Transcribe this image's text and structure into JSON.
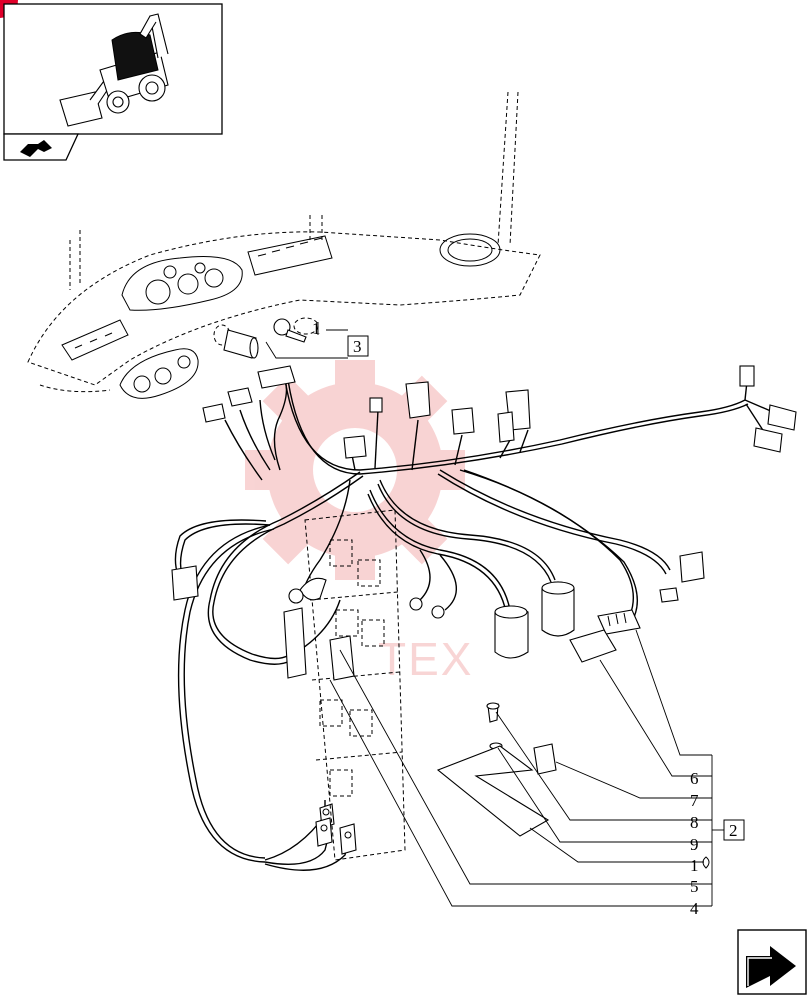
{
  "watermark": {
    "text": "TEX",
    "color": "#e23b3b"
  },
  "thumbnail": {
    "icon": "backhoe-loader-thumbnail-icon",
    "nav_icon": "arrow-nav-icon"
  },
  "callouts": {
    "c1": "1",
    "c2": "2",
    "c3": "3",
    "c4": "4",
    "c5": "5",
    "c6": "6",
    "c7": "7",
    "c8": "8",
    "c9": "9",
    "c1_top": "1"
  },
  "next_page_icon": "next-page-arrow-icon",
  "accent_color": "#e0002a"
}
